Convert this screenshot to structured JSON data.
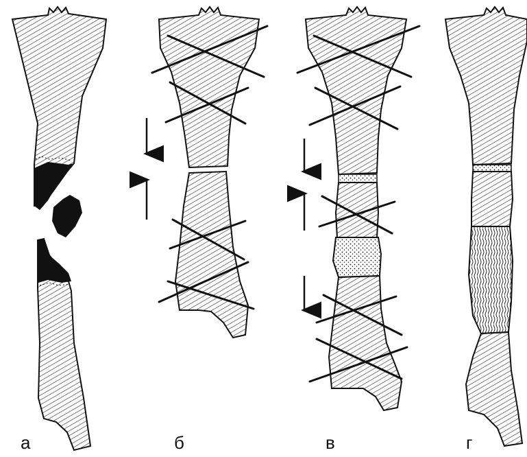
{
  "figure": {
    "panels": [
      {
        "id": "a",
        "label": "а"
      },
      {
        "id": "b",
        "label": "б"
      },
      {
        "id": "v",
        "label": "в"
      },
      {
        "id": "g",
        "label": "г"
      }
    ]
  },
  "colors": {
    "ink": "#111111",
    "background": "#ffffff"
  }
}
